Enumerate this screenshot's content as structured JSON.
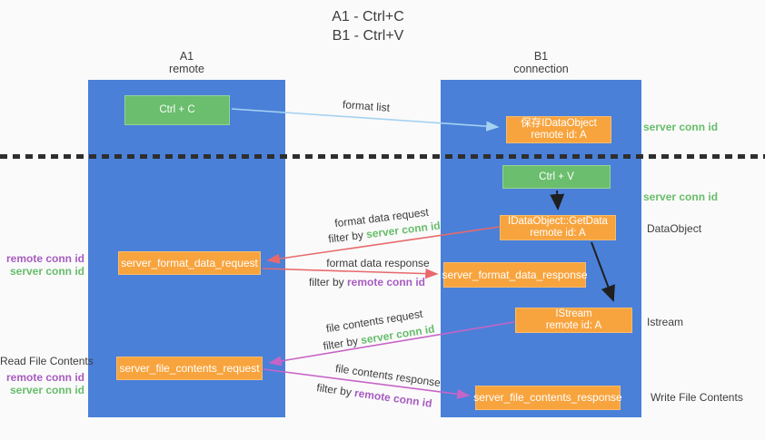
{
  "title": {
    "line1": "A1 - Ctrl+C",
    "line2": "B1 - Ctrl+V"
  },
  "lanes": {
    "left": {
      "name": "A1",
      "role": "remote"
    },
    "right": {
      "name": "B1",
      "role": "connection"
    }
  },
  "nodes": {
    "ctrl_c": {
      "label": "Ctrl + C"
    },
    "save_dataobject": {
      "line1": "保存IDataObject",
      "line2": "remote id: A"
    },
    "ctrl_v": {
      "label": "Ctrl + V"
    },
    "getdata": {
      "line1": "IDataObject::GetData",
      "line2": "remote id: A"
    },
    "format_request": {
      "label": "server_format_data_request"
    },
    "format_response": {
      "label": "server_format_data_response"
    },
    "istream": {
      "line1": "IStream",
      "line2": "remote id: A"
    },
    "file_request": {
      "label": "server_file_contents_request"
    },
    "file_response": {
      "label": "server_file_contents_response"
    }
  },
  "arrow_labels": {
    "format_list": "format list",
    "format_data_request": "format data request",
    "format_data_response": "format data response",
    "file_contents_request": "file contents request",
    "file_contents_response": "file contents response",
    "filter_by": "filter by ",
    "server_conn_id": "server conn id",
    "remote_conn_id": "remote conn id"
  },
  "side_labels": {
    "server_conn_id_right_top": "server conn id",
    "server_conn_id_right_mid": "server conn id",
    "dataobject": "DataObject",
    "istream": "Istream",
    "write_file_contents": "Write File Contents",
    "remote_conn_id_left_top": "remote conn id",
    "server_conn_id_left_top": "server conn id",
    "read_file_contents": "Read File Contents",
    "remote_conn_id_left_bottom": "remote conn id",
    "server_conn_id_left_bottom": "server conn id"
  },
  "colors": {
    "lane_blue": "#4a80d8",
    "node_orange": "#f8a43e",
    "node_green": "#6abe6d",
    "arrow_light_blue": "#a5d2f1",
    "arrow_red": "#e8696b",
    "arrow_magenta": "#c764c7",
    "arrow_black": "#1f1f1f",
    "text_green": "#67bd6b",
    "text_purple": "#a75cc0",
    "text_dark": "#3d3d3d",
    "background": "#fafafa"
  }
}
